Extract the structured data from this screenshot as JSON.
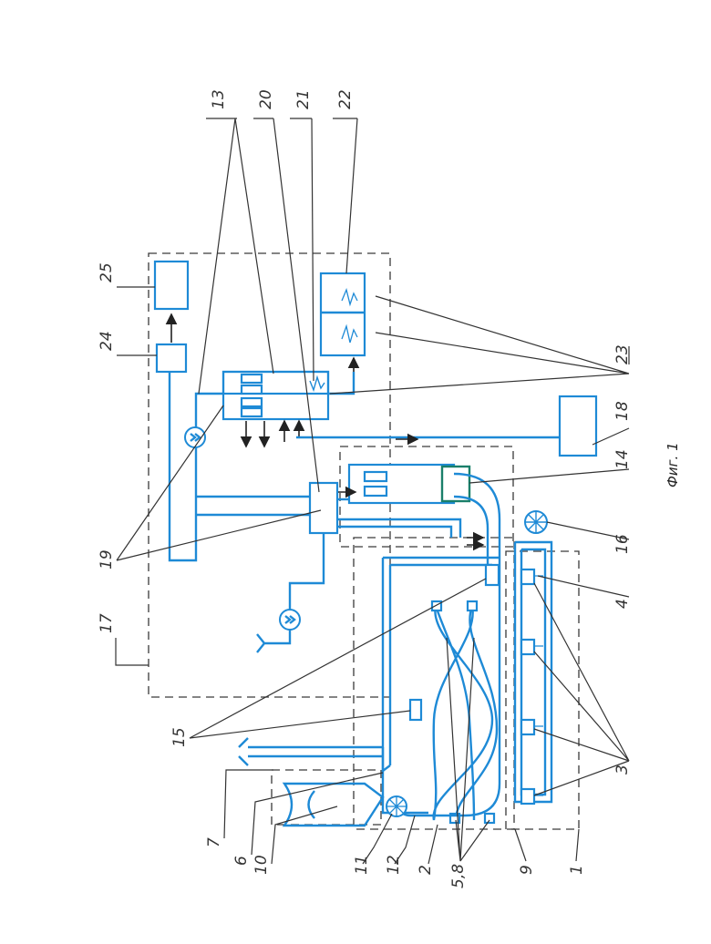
{
  "figure": {
    "caption": "Фиг. 1",
    "callouts": {
      "n1": "1",
      "n2": "2",
      "n3": "3",
      "n4": "4",
      "n5_8": "5,8",
      "n6": "6",
      "n7": "7",
      "n9": "9",
      "n10": "10",
      "n11": "11",
      "n12": "12",
      "n13": "13",
      "n14": "14",
      "n15": "15",
      "n16": "16",
      "n17": "17",
      "n18": "18",
      "n19": "19",
      "n20": "20",
      "n21": "21",
      "n22": "22",
      "n23": "23",
      "n24": "24",
      "n25": "25"
    },
    "colors": {
      "pipe": "#1e8ad6",
      "lines": "#333333",
      "background": "#ffffff"
    }
  }
}
